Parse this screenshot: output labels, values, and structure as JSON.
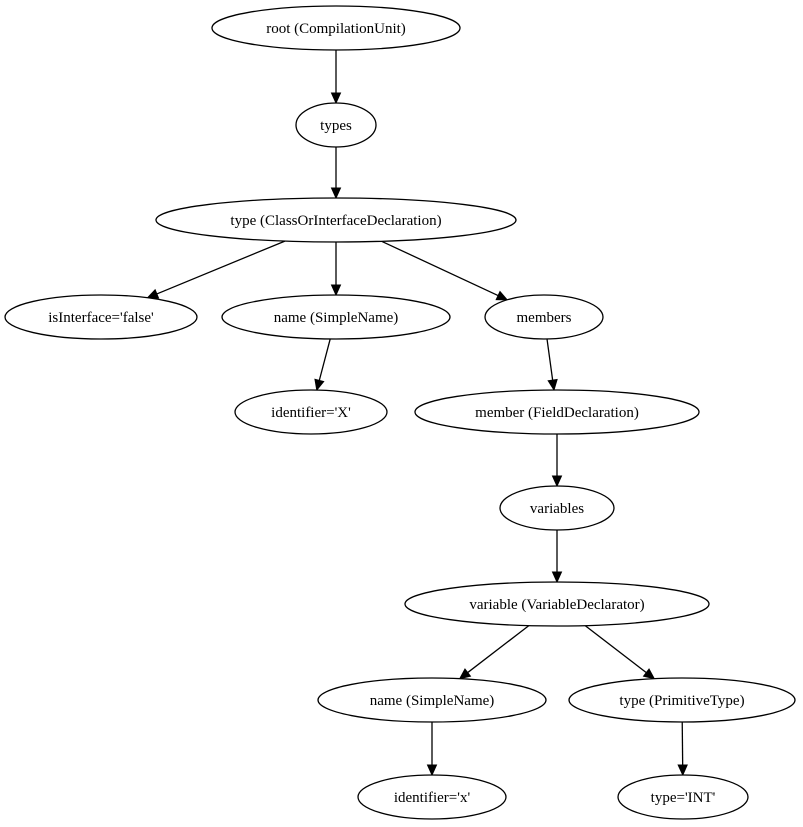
{
  "nodes": [
    {
      "id": "root",
      "label": "root (CompilationUnit)"
    },
    {
      "id": "types",
      "label": "types"
    },
    {
      "id": "type_class",
      "label": "type (ClassOrInterfaceDeclaration)"
    },
    {
      "id": "is_interface",
      "label": "isInterface='false'"
    },
    {
      "id": "name_class",
      "label": "name (SimpleName)"
    },
    {
      "id": "members",
      "label": "members"
    },
    {
      "id": "identifier_X",
      "label": "identifier='X'"
    },
    {
      "id": "member_field",
      "label": "member (FieldDeclaration)"
    },
    {
      "id": "variables",
      "label": "variables"
    },
    {
      "id": "variable_decl",
      "label": "variable (VariableDeclarator)"
    },
    {
      "id": "name_var",
      "label": "name (SimpleName)"
    },
    {
      "id": "type_prim",
      "label": "type (PrimitiveType)"
    },
    {
      "id": "identifier_x",
      "label": "identifier='x'"
    },
    {
      "id": "type_int",
      "label": "type='INT'"
    }
  ],
  "edges": [
    {
      "from": "root",
      "to": "types"
    },
    {
      "from": "types",
      "to": "type_class"
    },
    {
      "from": "type_class",
      "to": "is_interface"
    },
    {
      "from": "type_class",
      "to": "name_class"
    },
    {
      "from": "type_class",
      "to": "members"
    },
    {
      "from": "name_class",
      "to": "identifier_X"
    },
    {
      "from": "members",
      "to": "member_field"
    },
    {
      "from": "member_field",
      "to": "variables"
    },
    {
      "from": "variables",
      "to": "variable_decl"
    },
    {
      "from": "variable_decl",
      "to": "name_var"
    },
    {
      "from": "variable_decl",
      "to": "type_prim"
    },
    {
      "from": "name_var",
      "to": "identifier_x"
    },
    {
      "from": "type_prim",
      "to": "type_int"
    }
  ]
}
